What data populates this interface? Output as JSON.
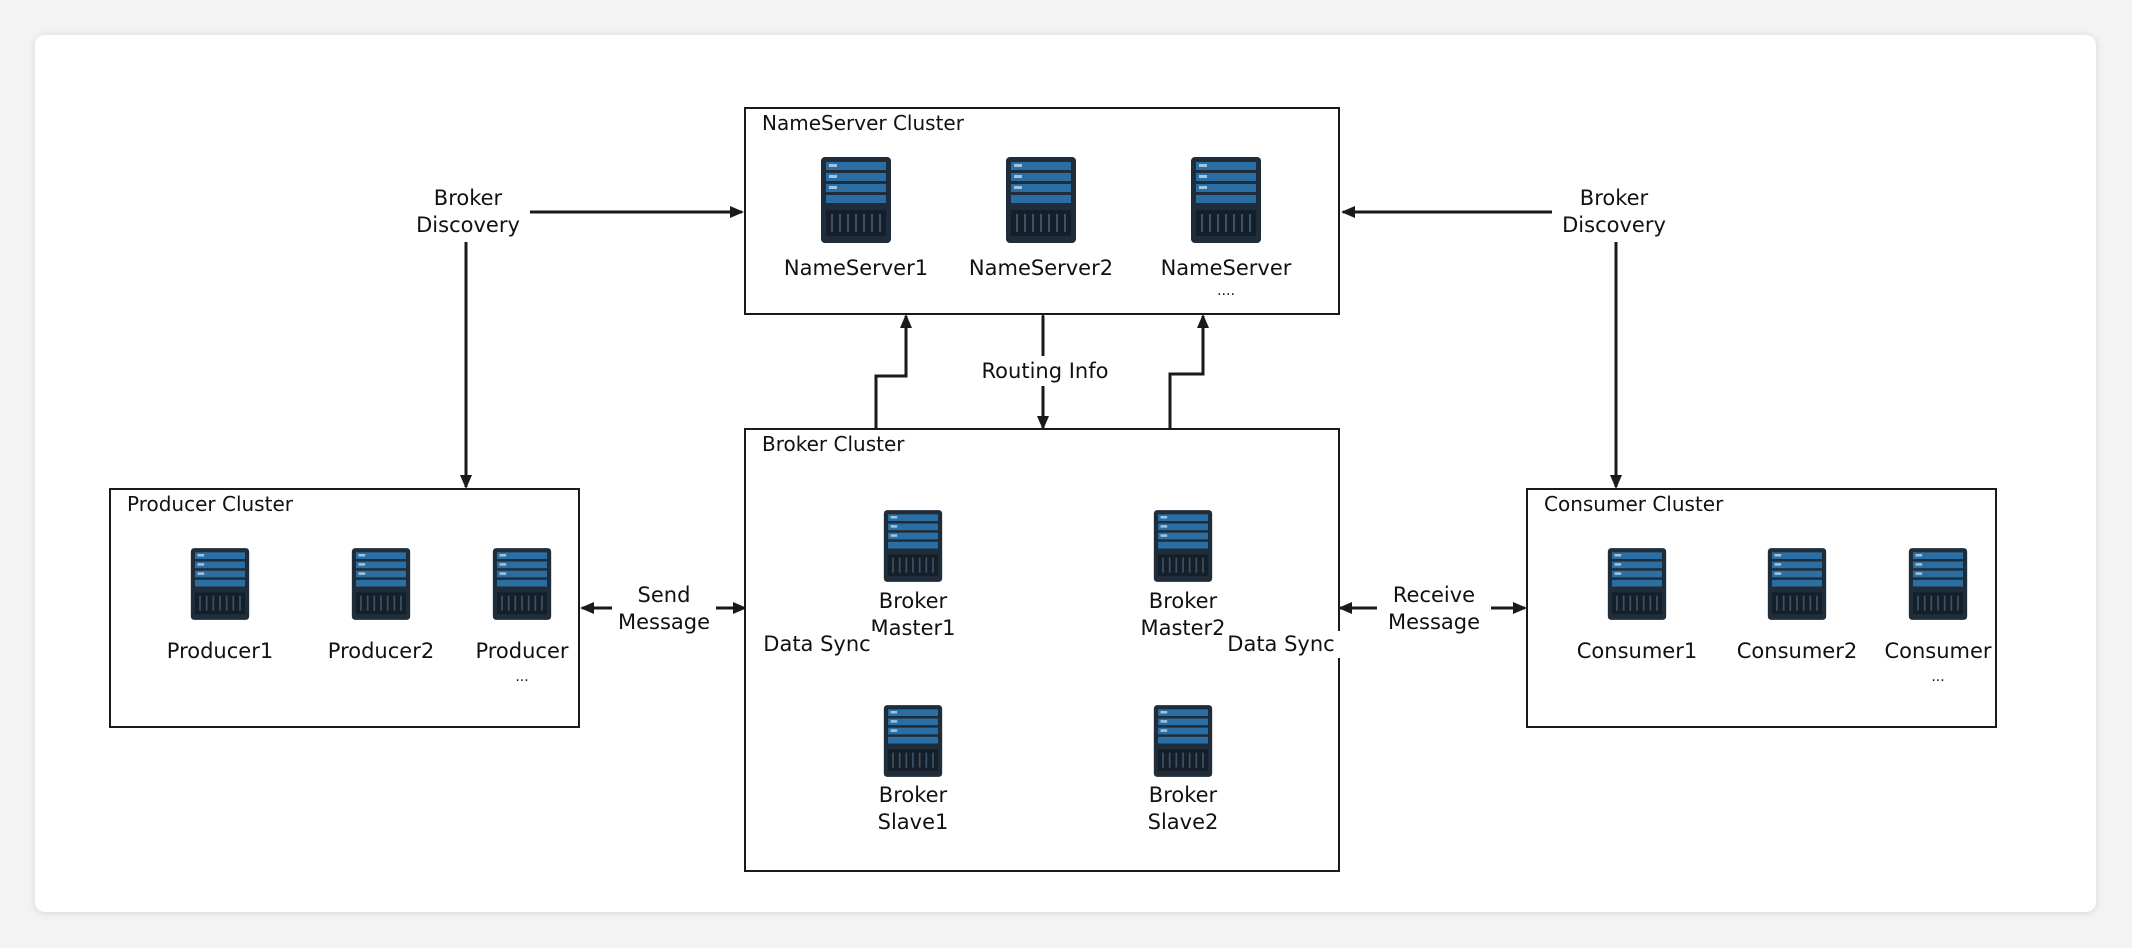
{
  "clusters": {
    "nameserver": {
      "title": "NameServer Cluster",
      "servers": [
        "NameServer1",
        "NameServer2",
        "NameServer"
      ],
      "ellipsis": "...."
    },
    "broker": {
      "title": "Broker Cluster",
      "master1": [
        "Broker",
        "Master1"
      ],
      "master2": [
        "Broker",
        "Master2"
      ],
      "slave1": [
        "Broker",
        "Slave1"
      ],
      "slave2": [
        "Broker",
        "Slave2"
      ]
    },
    "producer": {
      "title": "Producer Cluster",
      "servers": [
        "Producer1",
        "Producer2",
        "Producer"
      ],
      "ellipsis": "..."
    },
    "consumer": {
      "title": "Consumer Cluster",
      "servers": [
        "Consumer1",
        "Consumer2",
        "Consumer"
      ],
      "ellipsis": "..."
    }
  },
  "edges": {
    "broker_discovery_left": [
      "Broker",
      "Discovery"
    ],
    "broker_discovery_right": [
      "Broker",
      "Discovery"
    ],
    "routing_info": "Routing Info",
    "send_message": [
      "Send",
      "Message"
    ],
    "receive_message": [
      "Receive",
      "Message"
    ],
    "data_sync_left": "Data Sync",
    "data_sync_right": "Data Sync"
  },
  "colors": {
    "server_body": "#1f2d3a",
    "server_panel": "#2b6ea3",
    "line": "#1a1a1a"
  }
}
